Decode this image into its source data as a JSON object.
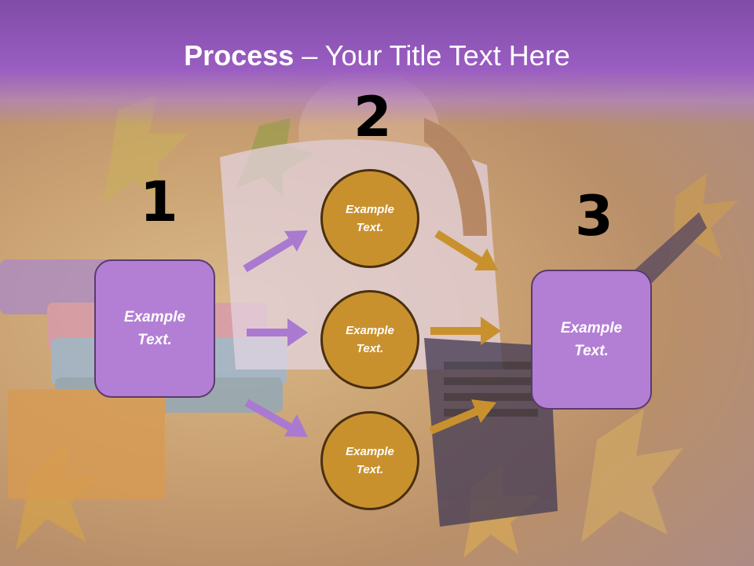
{
  "slide": {
    "title_bold": "Process",
    "title_rest": " – Your Title Text Here",
    "background_image": "photo of a child lying on autumn leaves with books and a laptop, purple tint"
  },
  "steps": {
    "step1": {
      "number": "1",
      "text": "Example\nText."
    },
    "step2": {
      "number": "2",
      "text": "Example\nText."
    },
    "step3": {
      "number": "3",
      "text": "Example\nText."
    }
  },
  "circles": [
    {
      "text": "Example\nText."
    },
    {
      "text": "Example\nText."
    },
    {
      "text": "Example\nText."
    }
  ],
  "colors": {
    "box_fill": "#b37fd4",
    "circle_fill": "#c9912e",
    "arrow_purple": "#a97ad0",
    "arrow_gold": "#c9912e",
    "title_band": "#9a5dc2"
  }
}
